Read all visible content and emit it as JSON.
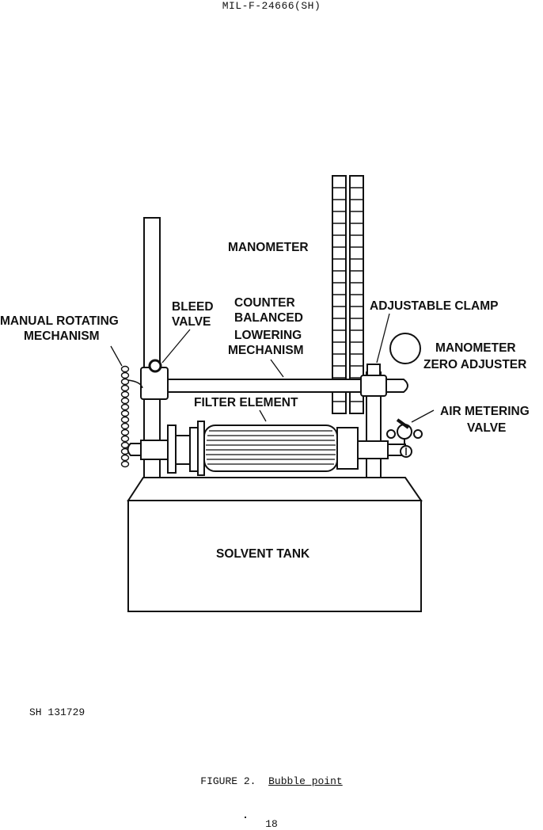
{
  "header": {
    "doc_id": "MIL-F-24666(SH)"
  },
  "diagram": {
    "labels": {
      "manometer": "MANOMETER",
      "manual_rotating_1": "MANUAL ROTATING",
      "manual_rotating_2": "MECHANISM",
      "bleed_valve_1": "BLEED",
      "bleed_valve_2": "VALVE",
      "counter_1": "COUNTER",
      "counter_2": "BALANCED",
      "counter_3": "LOWERING",
      "counter_4": "MECHANISM",
      "adjustable_clamp": "ADJUSTABLE CLAMP",
      "zero_adjuster_1": "MANOMETER",
      "zero_adjuster_2": "ZERO ADJUSTER",
      "filter_element": "FILTER ELEMENT",
      "air_metering_1": "AIR METERING",
      "air_metering_2": "VALVE",
      "solvent_tank": "SOLVENT TANK"
    }
  },
  "figure_ref": "SH 131729",
  "caption": {
    "prefix": "FIGURE 2.  ",
    "title": "Bubble point"
  },
  "page_number": "18"
}
